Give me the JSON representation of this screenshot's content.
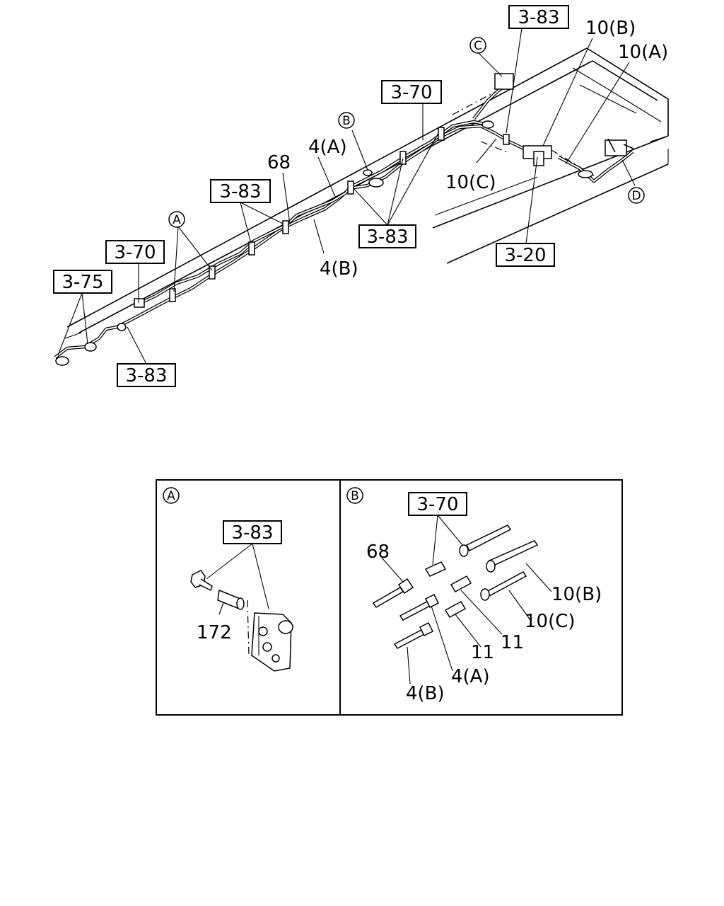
{
  "main_diagram": {
    "boxed_refs": {
      "top_3_83": "3-83",
      "top_3_70": "3-70",
      "mid_3_83": "3-83",
      "center_3_83": "3-83",
      "left_3_70": "3-70",
      "left_3_75": "3-75",
      "bottom_3_83": "3-83",
      "right_3_20": "3-20"
    },
    "plain_labels": {
      "l_10b": "10(B)",
      "l_10a": "10(A)",
      "l_10c": "10(C)",
      "l_68": "68",
      "l_4a": "4(A)",
      "l_4b": "4(B)"
    },
    "circle_labels": {
      "c_top": "C",
      "b_top": "B",
      "a_top": "A",
      "d_top": "D"
    }
  },
  "detail_a": {
    "circle": "A",
    "ref_box": "3-83",
    "label_172": "172"
  },
  "detail_b": {
    "circle": "B",
    "ref_box": "3-70",
    "label_68": "68",
    "label_10b": "10(B)",
    "label_10c": "10(C)",
    "label_11a": "11",
    "label_11b": "11",
    "label_4a": "4(A)",
    "label_4b": "4(B)"
  }
}
